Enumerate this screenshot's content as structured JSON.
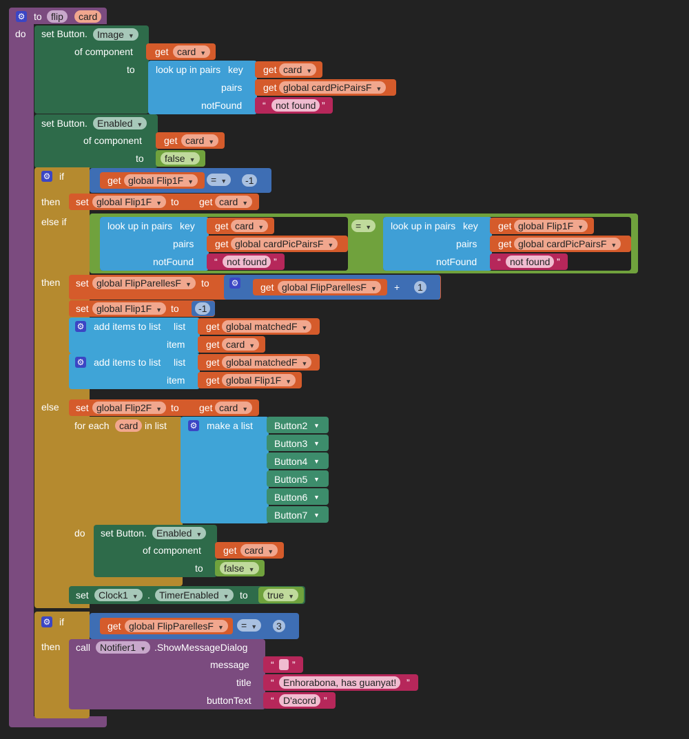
{
  "procedure": {
    "to": "to",
    "name": "flip",
    "param": "card",
    "do": "do"
  },
  "kw": {
    "set_button": "set Button.",
    "of_component": "of component",
    "to": "to",
    "get": "get",
    "look_up_in_pairs": "look up in pairs",
    "key": "key",
    "pairs": "pairs",
    "not_found": "notFound",
    "if": "if",
    "then": "then",
    "else_if": "else if",
    "else": "else",
    "set": "set",
    "add_items_to_list": "add items to list",
    "list": "list",
    "item": "item",
    "for_each": "for each",
    "in_list": "in list",
    "make_a_list": "make a list",
    "do": "do",
    "call": "call",
    "message": "message",
    "title": "title",
    "button_text": "buttonText",
    "dot": ".",
    "open_quote": "“",
    "close_quote": "”"
  },
  "fields": {
    "image": "Image",
    "enabled": "Enabled",
    "card": "card",
    "false": "false",
    "true": "true",
    "global_cardpicpairs": "global cardPicPairsF",
    "global_flip1": "global Flip1F",
    "global_flip2": "global Flip2F",
    "global_flipparelles": "global FlipParellesF",
    "global_matched": "global matchedF",
    "global_flip1_get": "global Flip1F",
    "not_found_text": "not found",
    "minus_one": "-1",
    "one": "1",
    "three": "3",
    "eq": "=",
    "plus": "+",
    "clock1": "Clock1",
    "timer_enabled": "TimerEnabled",
    "notifier1": "Notifier1",
    "show_message_dialog": ".ShowMessageDialog",
    "title_text": "Enhorabona, has guanyat!",
    "button_text_value": "D'acord",
    "buttons": [
      "Button2",
      "Button3",
      "Button4",
      "Button5",
      "Button6",
      "Button7"
    ]
  },
  "colors": {
    "procedure": "#7b4b7f",
    "control": "#b58a2f",
    "component": "#2e6b4a",
    "variable": "#d55b2b",
    "dictionary": "#3f9fd6",
    "text": "#b6275a",
    "logic": "#70a23d",
    "math": "#3e6eb4",
    "background": "#222222"
  },
  "icons": {
    "mutator": "gear-icon",
    "dropdown": "chevron-down-icon"
  }
}
